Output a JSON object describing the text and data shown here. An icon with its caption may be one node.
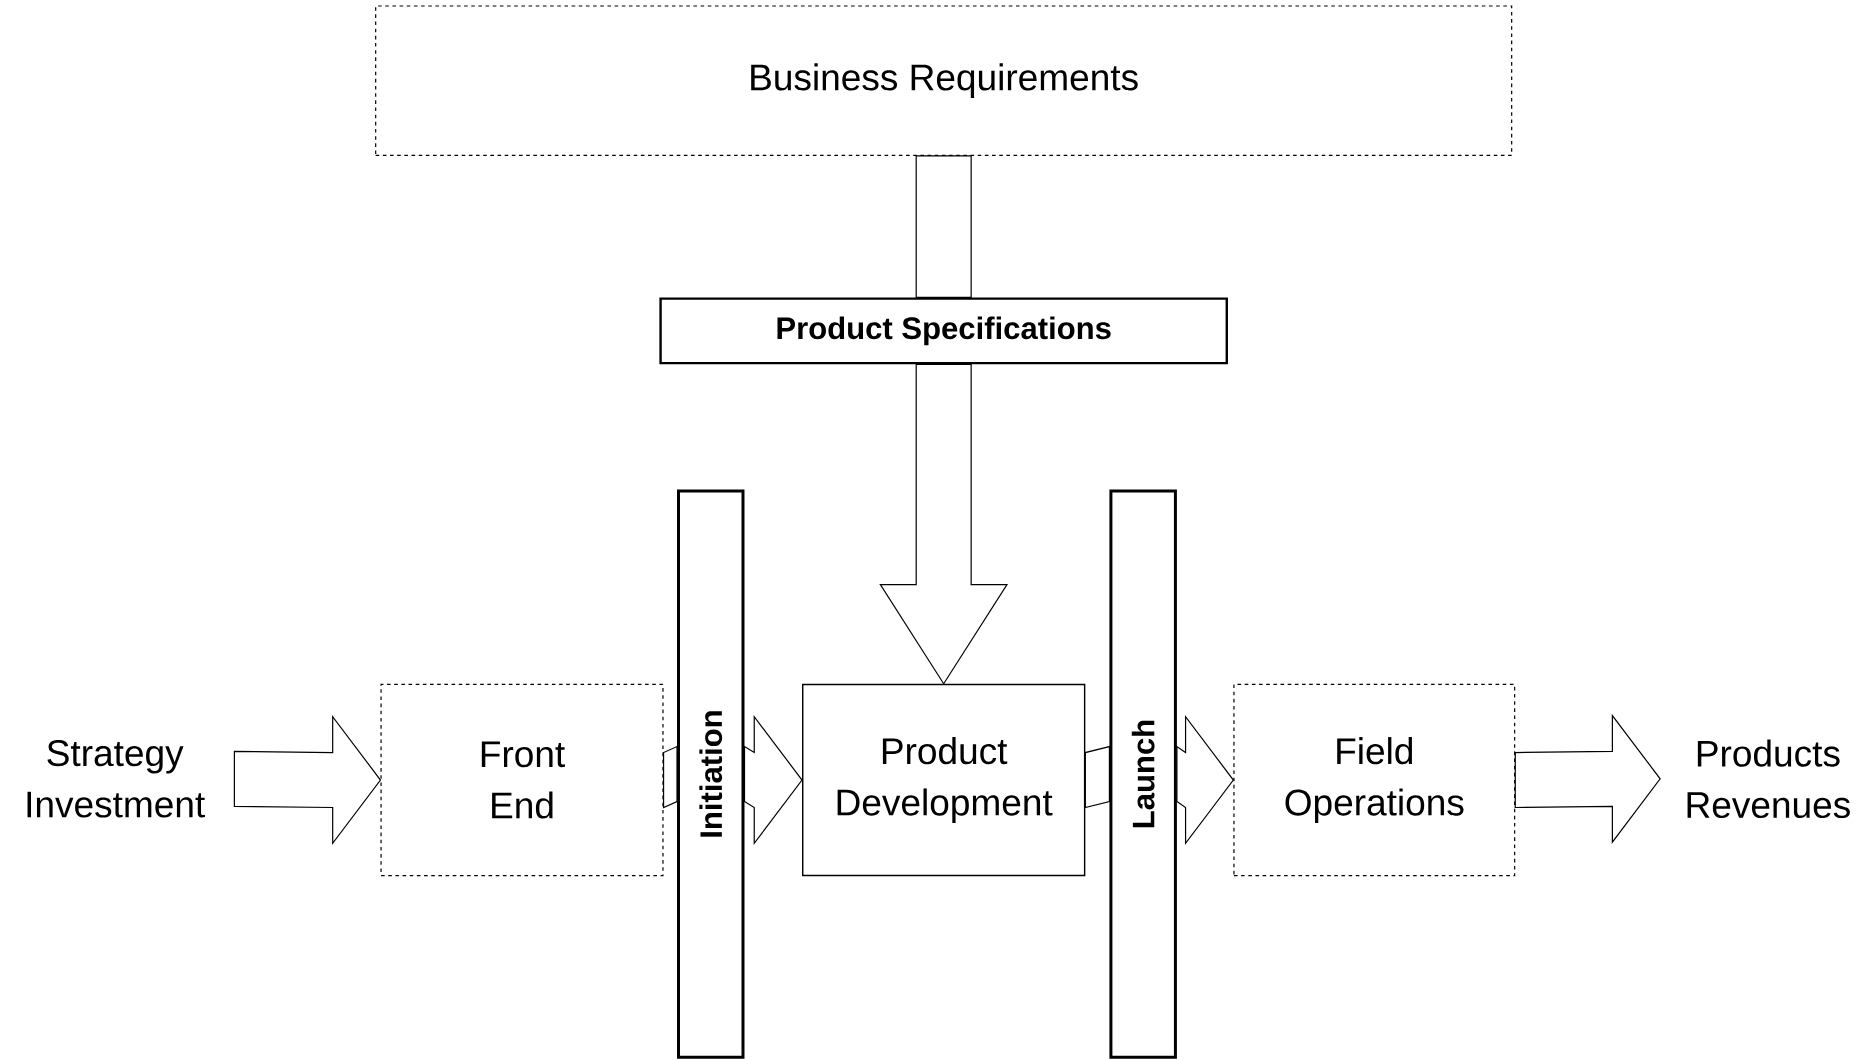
{
  "diagram": {
    "nodes": [
      {
        "text": [
          "Business Requirements"
        ]
      },
      {
        "text": [
          "Product Specifications"
        ]
      },
      {
        "text": [
          "Strategy Investment"
        ]
      },
      {
        "text": [
          "Front End"
        ]
      },
      {
        "text": [
          "Initiation"
        ]
      },
      {
        "text": [
          "Product Development"
        ]
      },
      {
        "text": [
          "Launch"
        ]
      },
      {
        "text": [
          "Field Operations"
        ]
      },
      {
        "text": [
          "Products Revenues"
        ]
      }
    ],
    "edges": [
      {
        "from": 0,
        "to": 1,
        "arrow": "none"
      },
      {
        "from": 1,
        "to": 5,
        "arrow": "to"
      },
      {
        "from": 2,
        "to": 3,
        "arrow": "to"
      },
      {
        "from": 3,
        "to": 4,
        "arrow": "none"
      },
      {
        "from": 4,
        "to": 5,
        "arrow": "to"
      },
      {
        "from": 5,
        "to": 6,
        "arrow": "none"
      },
      {
        "from": 6,
        "to": 7,
        "arrow": "to"
      },
      {
        "from": 7,
        "to": 8,
        "arrow": "to"
      }
    ]
  }
}
